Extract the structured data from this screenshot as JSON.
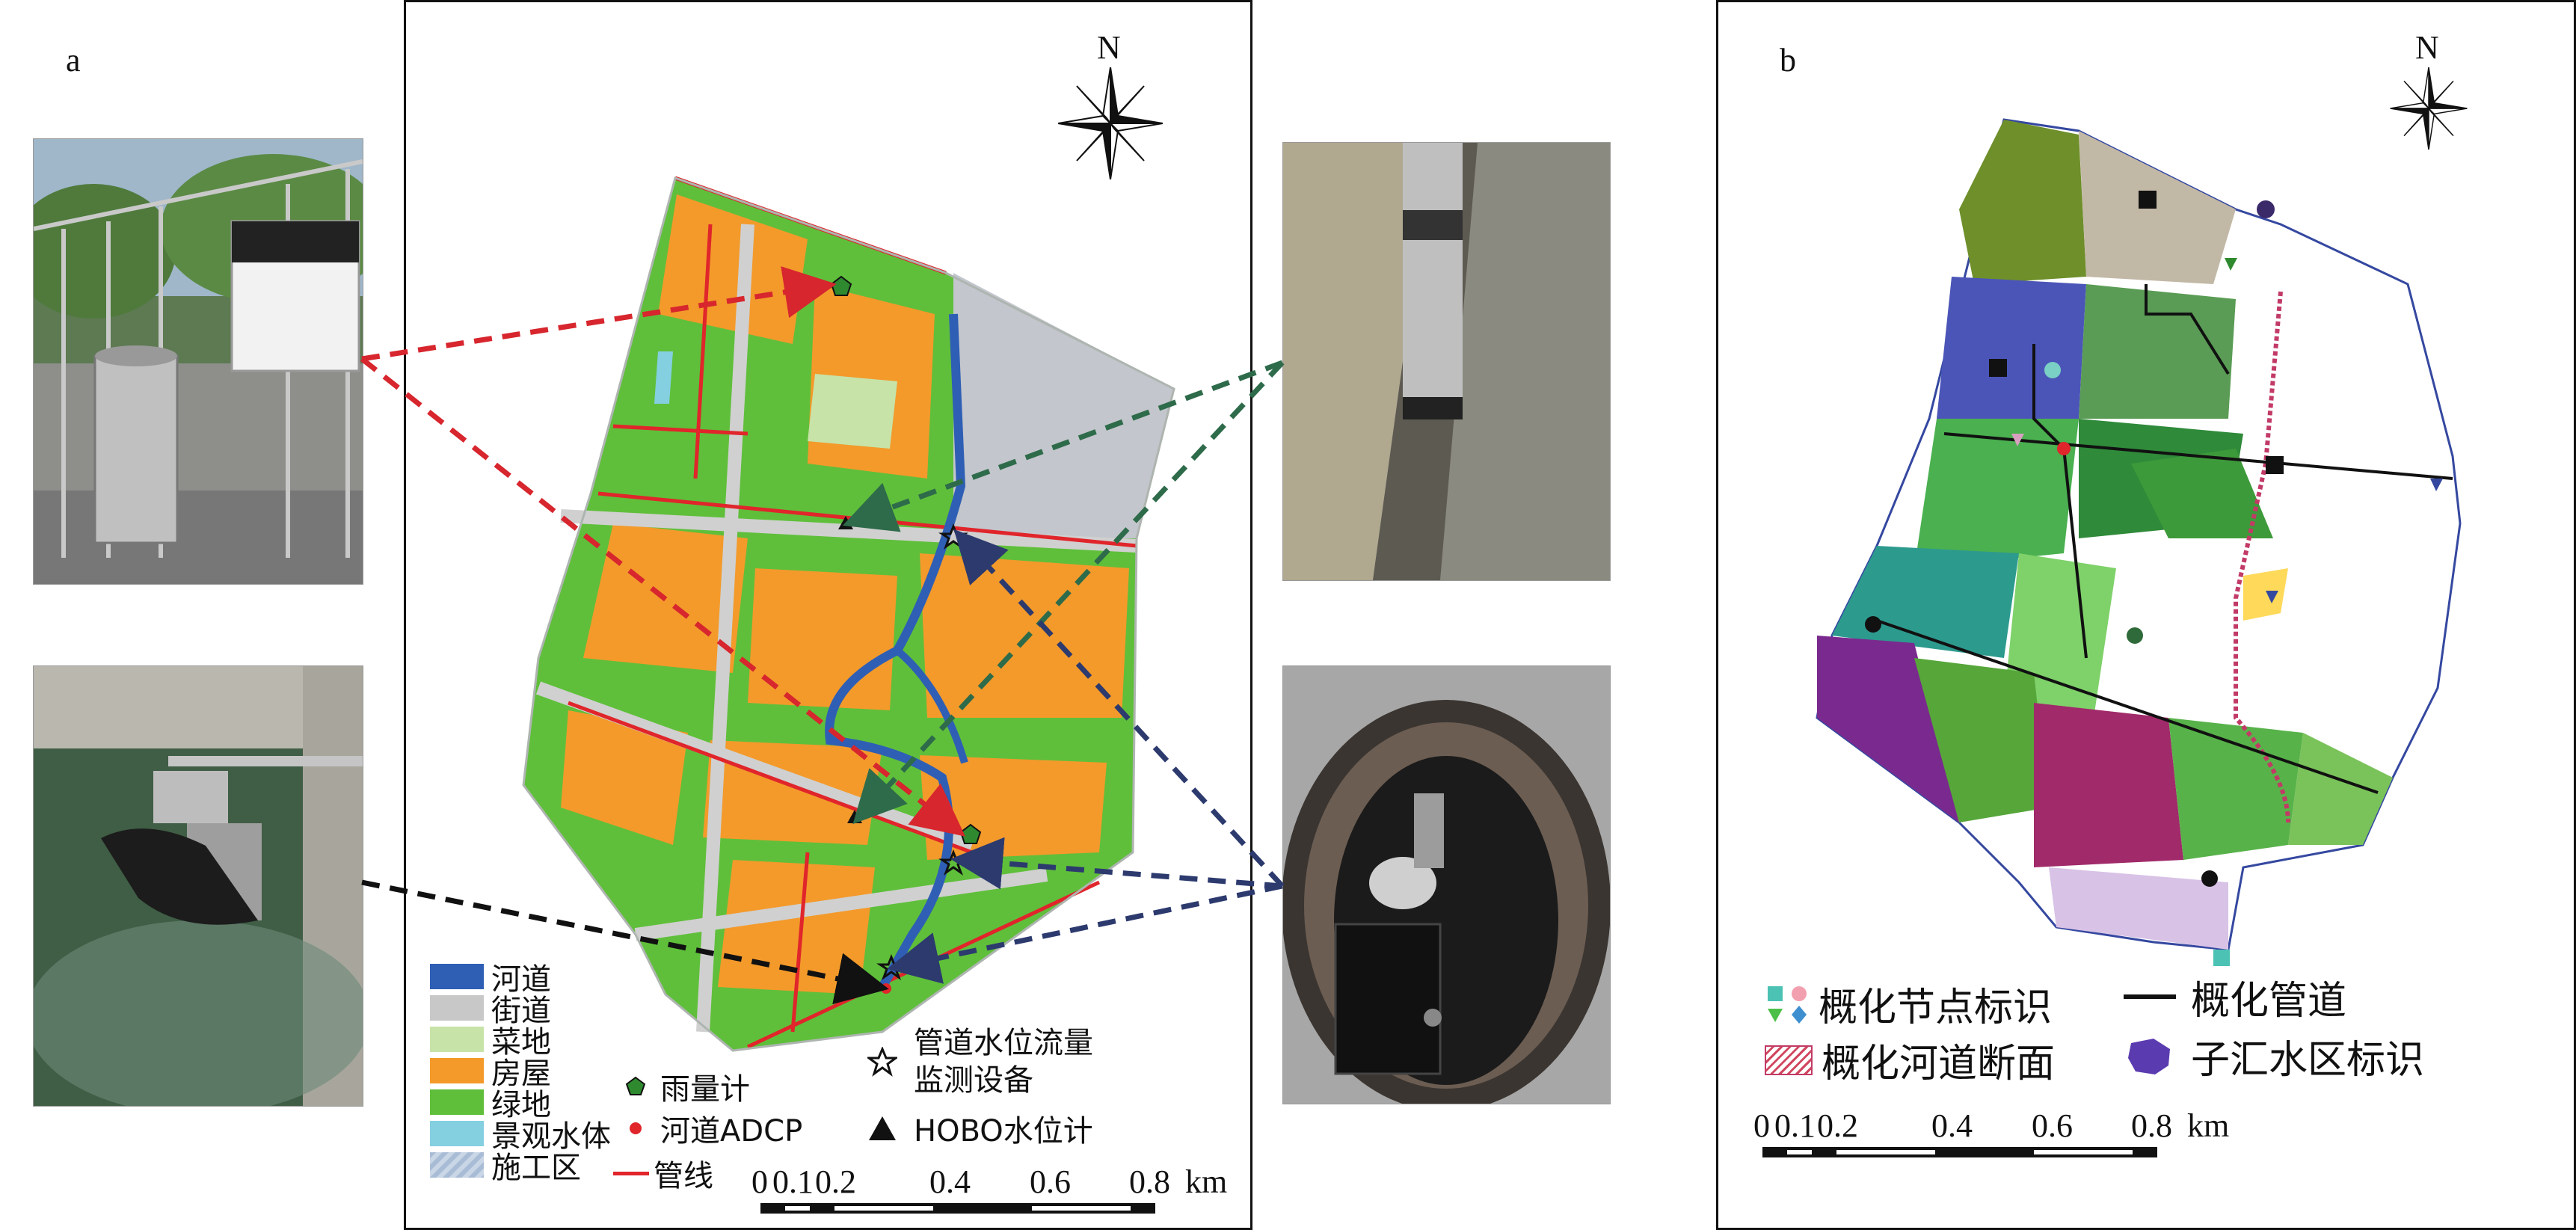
{
  "panels": {
    "a": {
      "letter": "a",
      "north": "N",
      "legend": {
        "landuse": [
          {
            "label": "河道",
            "color": "#2f5fb5"
          },
          {
            "label": "街道",
            "color": "#c8c8c8"
          },
          {
            "label": "菜地",
            "color": "#c7e3a8"
          },
          {
            "label": "房屋",
            "color": "#f39a2b"
          },
          {
            "label": "绿地",
            "color": "#5fbf3a"
          },
          {
            "label": "景观水体",
            "color": "#84cfe0"
          },
          {
            "label": "施工区",
            "color": "#a9bcd6"
          }
        ],
        "pipe_label": "管线",
        "pipe_color": "#e0252b",
        "rain_gauge": "雨量计",
        "river_adcp": "河道ADCP",
        "pipe_monitor_line1": "管道水位流量",
        "pipe_monitor_line2": "监测设备",
        "hobo": "HOBO水位计"
      },
      "scale": {
        "ticks": [
          "0",
          "0.1",
          "0.2",
          "0.4",
          "0.6",
          "0.8"
        ],
        "unit": "km"
      }
    },
    "b": {
      "letter": "b",
      "north": "N",
      "legend": {
        "node": "概化节点标识",
        "pipe": "概化管道",
        "river_section": "概化河道断面",
        "subcatchment": "子汇水区标识"
      },
      "scale": {
        "ticks": [
          "0",
          "0.1",
          "0.2",
          "0.4",
          "0.6",
          "0.8"
        ],
        "unit": "km"
      }
    }
  },
  "colors": {
    "red_dash": "#d7262e",
    "green_dash": "#2e6b4a",
    "navy_dash": "#2c3a6e",
    "black_dash": "#111111"
  },
  "icons": [
    "north-arrow-icon",
    "rain-gauge-icon",
    "adcp-icon",
    "star-icon",
    "triangle-icon"
  ]
}
